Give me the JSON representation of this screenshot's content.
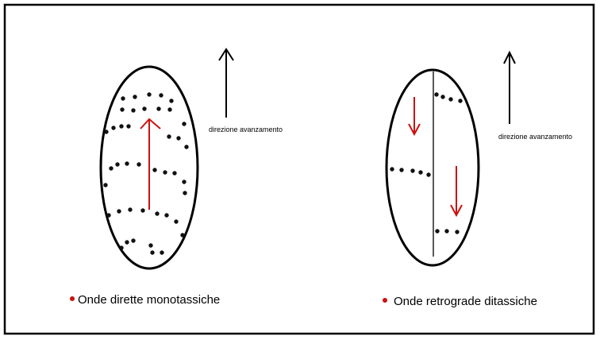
{
  "colors": {
    "stroke": "#000000",
    "arrow_red": "#cc1111",
    "bullet_red": "#cc1111",
    "background": "#ffffff"
  },
  "left_panel": {
    "direction_label": "direzione avanzamento",
    "caption": "Onde dirette monotassiche"
  },
  "right_panel": {
    "direction_label": "direzione avanzamento",
    "caption": "Onde retrograde ditassiche"
  }
}
